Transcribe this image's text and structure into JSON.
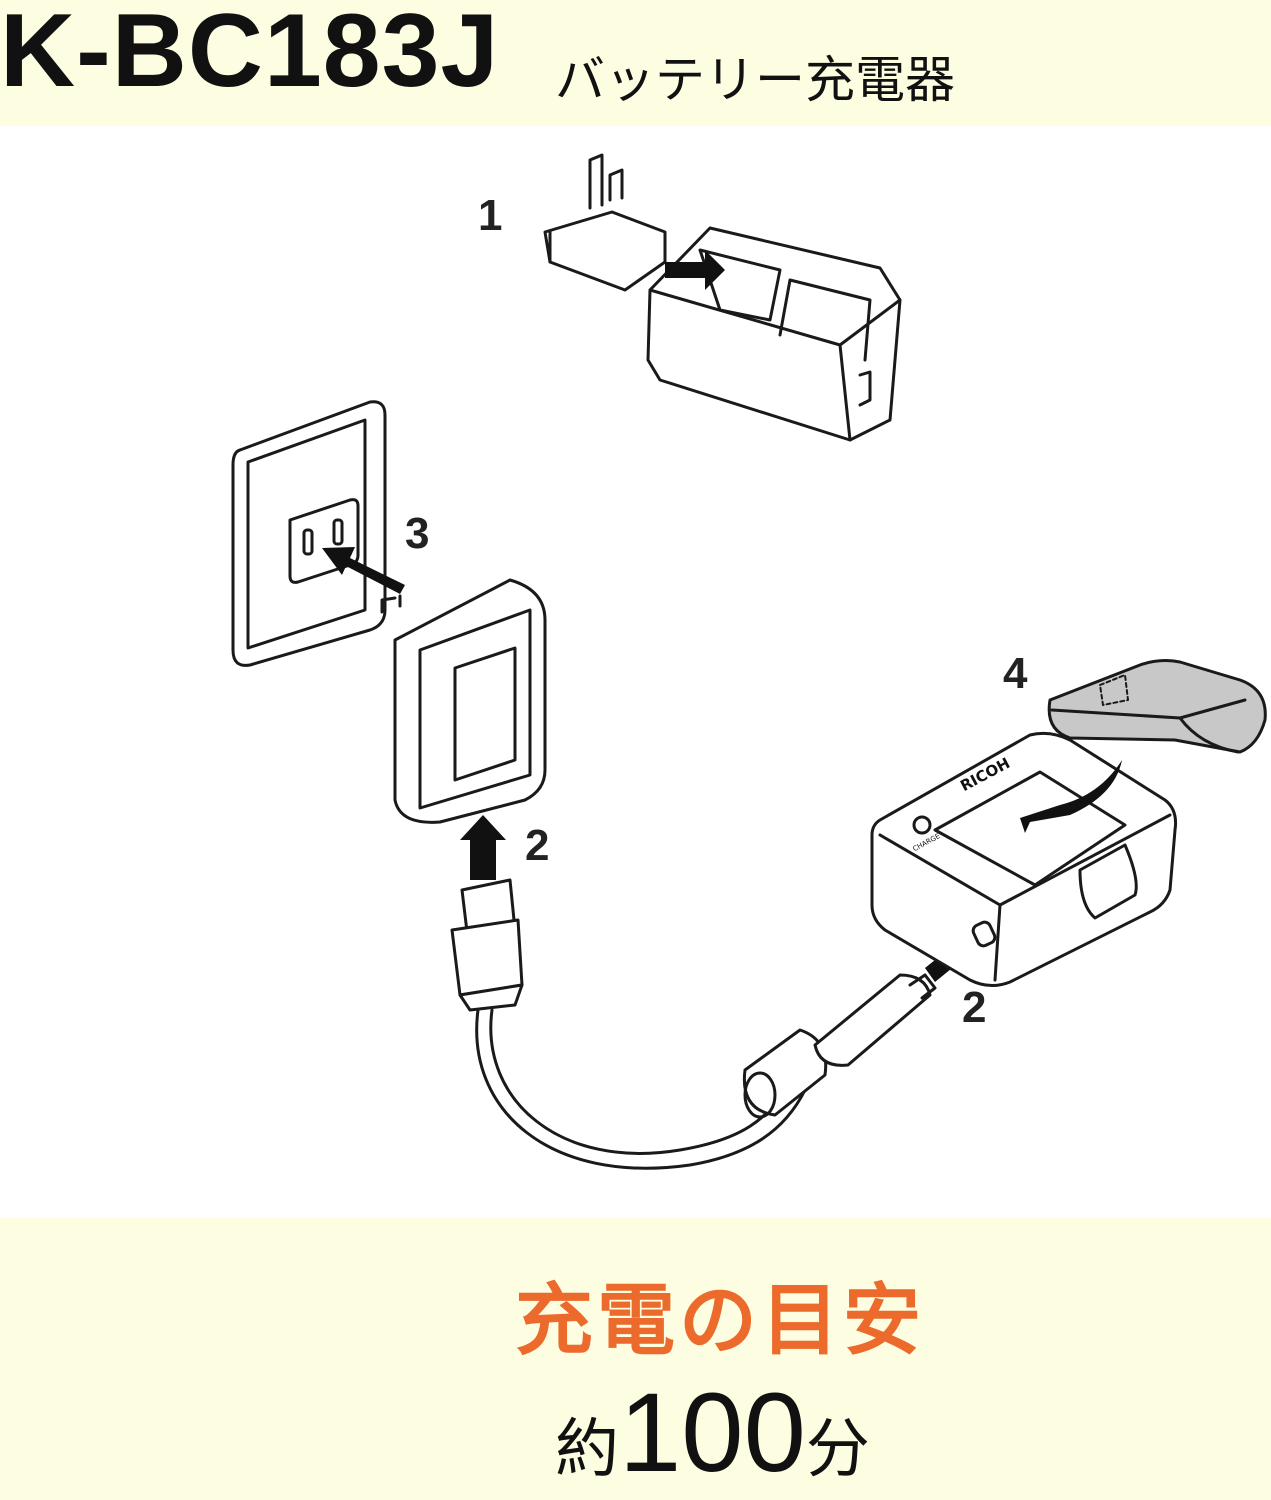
{
  "header": {
    "model": "K-BC183J",
    "subtitle": "バッテリー充電器"
  },
  "diagram": {
    "steps": [
      "1",
      "3",
      "2",
      "4",
      "2"
    ],
    "cradle_brand": "RICOH",
    "cradle_led_label": "CHARGE"
  },
  "footer": {
    "title": "充電の目安",
    "time_prefix": "約",
    "time_value": "100",
    "time_unit": "分"
  }
}
